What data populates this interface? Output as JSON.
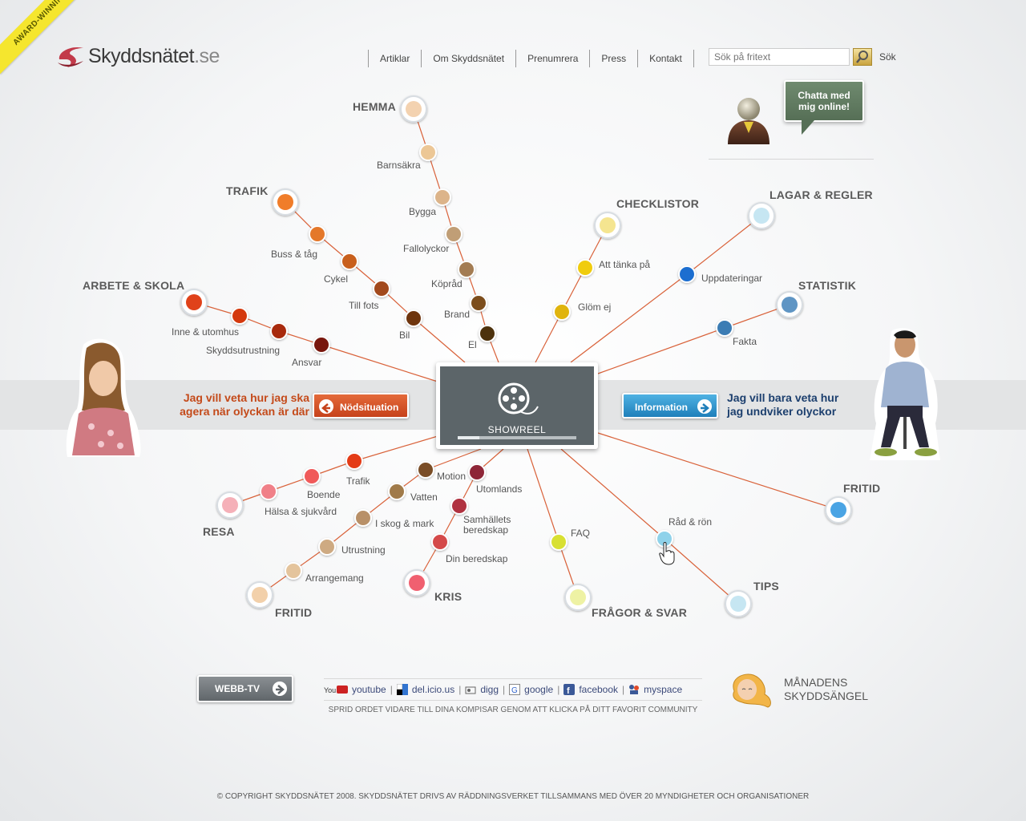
{
  "award": "AWARD-WINNING",
  "logo": {
    "name": "Skyddsnätet",
    "tld": ".se"
  },
  "nav": [
    "Artiklar",
    "Om Skyddsnätet",
    "Prenumrera",
    "Press",
    "Kontakt"
  ],
  "search": {
    "placeholder": "Sök på fritext",
    "label": "Sök"
  },
  "chat": {
    "line1": "Chatta med",
    "line2": "mig online!"
  },
  "center": {
    "label": "SHOWREEL",
    "progress": 0.18
  },
  "left_cta": {
    "line1": "Jag vill veta hur jag ska",
    "line2": "agera när olyckan är där",
    "button": "Nödsituation"
  },
  "right_cta": {
    "line1": "Jag vill bara veta hur",
    "line2": "jag undviker olyckor",
    "button": "Information"
  },
  "categories": {
    "hemma": "HEMMA",
    "trafik": "TRAFIK",
    "arbete": "ARBETE & SKOLA",
    "checklistor": "CHECKLISTOR",
    "lagar": "LAGAR & REGLER",
    "statistik": "STATISTIK",
    "fritid_right": "FRITID",
    "tips": "TIPS",
    "fragor": "FRÅGOR & SVAR",
    "kris": "KRIS",
    "fritid_left": "FRITID",
    "resa": "RESA"
  },
  "items": {
    "barnsakra": "Barnsäkra",
    "bygga": "Bygga",
    "fallolyckor": "Fallolyckor",
    "kopad": "Köpråd",
    "brand": "Brand",
    "el": "El",
    "buss": "Buss & tåg",
    "cykel": "Cykel",
    "tillfots": "Till fots",
    "bil": "Bil",
    "inne": "Inne & utomhus",
    "skyddsutrustning": "Skyddsutrustning",
    "ansvar": "Ansvar",
    "attanka": "Att tänka på",
    "glomej": "Glöm ej",
    "uppdateringar": "Uppdateringar",
    "fakta": "Fakta",
    "radron": "Råd & rön",
    "faq": "FAQ",
    "utomlands": "Utomlands",
    "samhallets1": "Samhällets",
    "samhallets2": "beredskap",
    "dinberedskap": "Din beredskap",
    "motion": "Motion",
    "vatten": "Vatten",
    "iskog": "I skog & mark",
    "utrustning": "Utrustning",
    "arrangemang": "Arrangemang",
    "trafik": "Trafik",
    "boende": "Boende",
    "halsa": "Hälsa & sjukvård"
  },
  "webtv": "WEBB-TV",
  "social": [
    "youtube",
    "del.icio.us",
    "digg",
    "google",
    "facebook",
    "myspace"
  ],
  "share_text": "SPRID ORDET VIDARE TILL DINA KOMPISAR GENOM ATT KLICKA PÅ DITT FAVORIT COMMUNITY",
  "angel": {
    "line1": "MÅNADENS",
    "line2": "SKYDDSÄNGEL"
  },
  "copyright": "© COPYRIGHT SKYDDSNÄTET 2008. SKYDDSNÄTET DRIVS AV RÄDDNINGSVERKET TILLSAMMANS MED ÖVER 20 MYNDIGHETER OCH ORGANISATIONER",
  "colors": {
    "line": "#d9623a",
    "emergency": "#d2542a",
    "info": "#2a8cc8",
    "chat": "#627d62"
  }
}
